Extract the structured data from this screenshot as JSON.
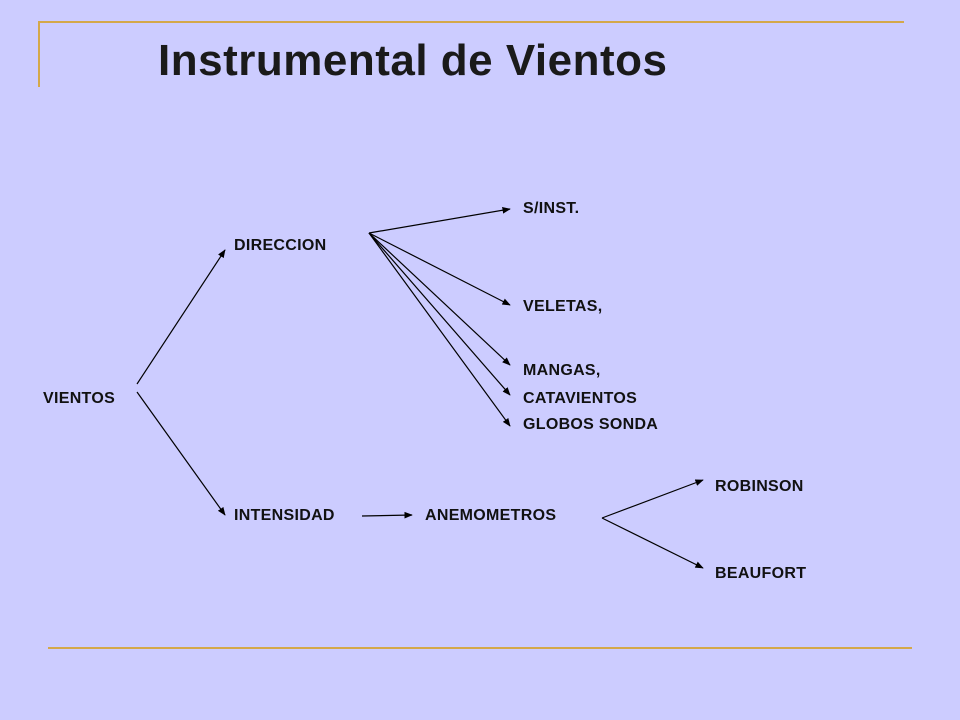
{
  "title": "Instrumental de Vientos",
  "accent_color": "#d4a84a",
  "background_color": "#ccccff",
  "nodes": {
    "vientos": "VIENTOS",
    "direccion": "DIRECCION",
    "intensidad": "INTENSIDAD",
    "sinst": "S/INST.",
    "veletas": "VELETAS,",
    "mangas": "MANGAS,",
    "catavientos": "CATAVIENTOS",
    "globos": "GLOBOS SONDA",
    "anemometros": "ANEMOMETROS",
    "robinson": "ROBINSON",
    "beaufort": "BEAUFORT"
  }
}
